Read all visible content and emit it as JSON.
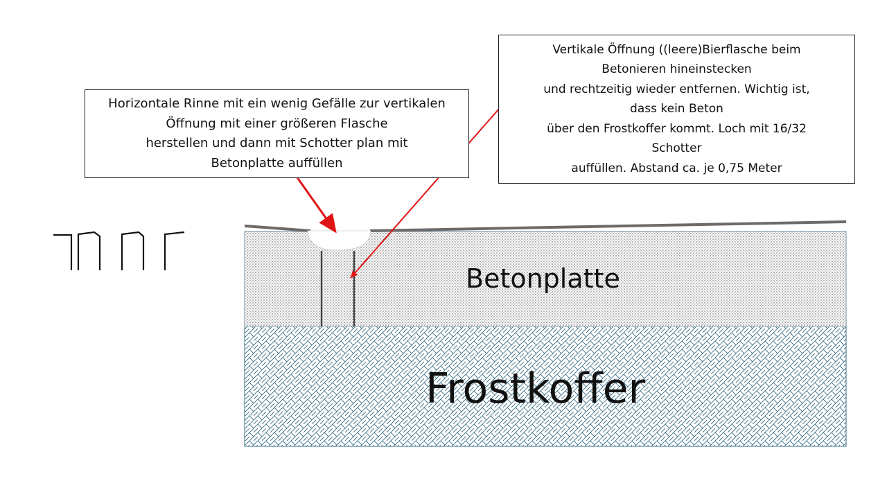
{
  "callouts": {
    "horizontal": {
      "lines": [
        "Horizontale  Rinne mit ein wenig Gefälle zur vertikalen",
        "Öffnung  mit einer größeren Flasche",
        "herstellen und dann mit Schotter plan mit",
        "Betonplatte auffüllen"
      ]
    },
    "vertical": {
      "lines": [
        "Vertikale Öffnung ((leere)Bierflasche beim",
        "Betonieren hineinstecken",
        "und rechtzeitig wieder  entfernen. Wichtig ist,",
        "dass kein Beton",
        " über den Frostkoffer kommt. Loch mit 16/32",
        "Schotter",
        "auffüllen. Abstand ca. je 0,75 Meter"
      ]
    }
  },
  "layers": {
    "concrete": "Betonplatte",
    "frost": "Frostkoffer"
  },
  "colors": {
    "arrow": "#e01414",
    "concrete_dot": "#555555",
    "frost_hatch": "#3a6f86",
    "slope_line": "#6e6a6a"
  }
}
